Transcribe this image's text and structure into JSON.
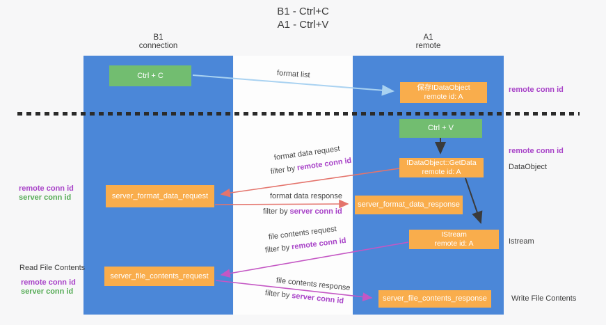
{
  "title": {
    "line1": "B1 - Ctrl+C",
    "line2": "A1 - Ctrl+V"
  },
  "lanes": {
    "left": {
      "header_line1": "B1",
      "header_line2": "connection"
    },
    "right": {
      "header_line1": "A1",
      "header_line2": "remote"
    }
  },
  "nodes": {
    "ctrl_c": "Ctrl + C",
    "ctrl_v": "Ctrl + V",
    "save_idataobject": {
      "line1": "保存IDataObject",
      "line2": "remote id: A"
    },
    "getdata": {
      "line1": "IDataObject::GetData",
      "line2": "remote id: A"
    },
    "istream": {
      "line1": "IStream",
      "line2": "remote id: A"
    },
    "server_format_data_request": "server_format_data_request",
    "server_format_data_response": "server_format_data_response",
    "server_file_contents_request": "server_file_contents_request",
    "server_file_contents_response": "server_file_contents_response"
  },
  "edge_labels": {
    "format_list": "format list",
    "format_data_request": "format data request",
    "format_data_response": "format data response",
    "file_contents_request": "file contents request",
    "file_contents_response": "file contents response",
    "filter_by": "filter by",
    "remote_conn_id": "remote conn id",
    "server_conn_id": "server conn id"
  },
  "side_labels": {
    "remote_conn_id": "remote conn id",
    "server_conn_id": "server conn id",
    "dataobject": "DataObject",
    "istream": "Istream",
    "read_file_contents": "Read File Contents",
    "write_file_contents": "Write File Contents"
  },
  "colors": {
    "lane_blue": "#4b87d8",
    "node_green": "#72bd70",
    "node_orange": "#f9ad4c",
    "arrow_light_blue": "#a9d2f1",
    "arrow_red": "#e4746c",
    "arrow_magenta": "#c457c4",
    "arrow_black": "#3a3a3a",
    "text_purple": "#a843c8",
    "text_green": "#55ab55",
    "text_dark": "#3b3b3b"
  }
}
